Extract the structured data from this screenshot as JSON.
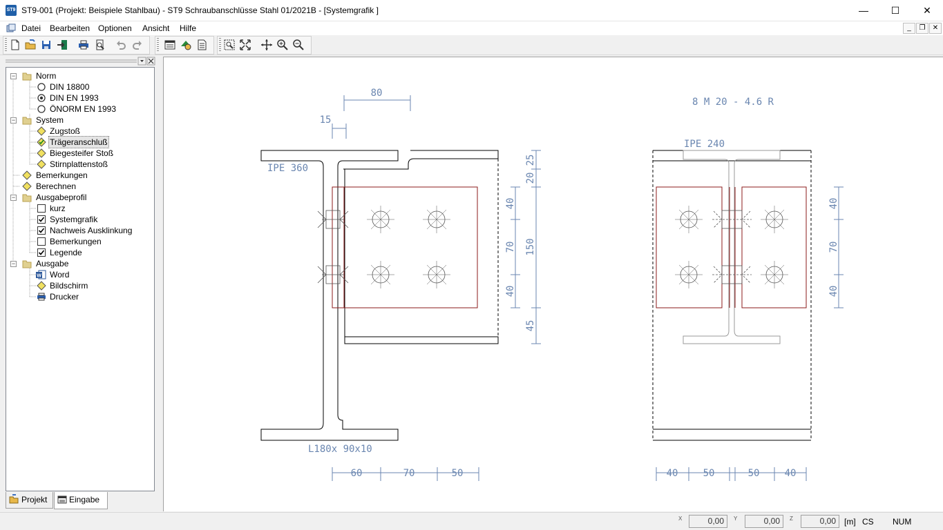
{
  "window": {
    "title": "ST9-001 (Projekt: Beispiele Stahlbau) - ST9 Schraubanschlüsse Stahl 01/2021B - [Systemgrafik ]",
    "app_icon": "ST9",
    "minimize_glyph": "—",
    "maximize_glyph": "☐",
    "close_glyph": "✕"
  },
  "menu": {
    "items": [
      "Datei",
      "Bearbeiten",
      "Optionen",
      "Ansicht",
      "Hilfe"
    ],
    "mdi_minimize": "_",
    "mdi_restore": "❐",
    "mdi_close": "✕"
  },
  "toolbar": {
    "icons": [
      "new-file-icon",
      "open-folder-icon",
      "save-icon",
      "exit-icon",
      "print-icon",
      "print-preview-icon",
      "undo-icon",
      "redo-icon",
      "input-dialog-icon",
      "calculate-icon",
      "report-icon",
      "zoom-window-icon",
      "zoom-all-icon",
      "pan-icon",
      "zoom-in-icon",
      "zoom-out-icon"
    ]
  },
  "tree": {
    "groups": [
      {
        "label": "Norm",
        "items": [
          {
            "label": "DIN 18800",
            "icon": "radio-off"
          },
          {
            "label": "DIN EN 1993",
            "icon": "radio-on"
          },
          {
            "label": "ÖNORM EN 1993",
            "icon": "radio-off"
          }
        ]
      },
      {
        "label": "System",
        "items": [
          {
            "label": "Zugstoß",
            "icon": "diamond"
          },
          {
            "label": "Trägeranschluß",
            "icon": "diamond-checked"
          },
          {
            "label": "Biegesteifer Stoß",
            "icon": "diamond"
          },
          {
            "label": "Stirnplattenstoß",
            "icon": "diamond"
          }
        ]
      },
      {
        "label": "Bemerkungen",
        "icon": "diamond"
      },
      {
        "label": "Berechnen",
        "icon": "diamond"
      },
      {
        "label": "Ausgabeprofil",
        "items": [
          {
            "label": "kurz",
            "icon": "checkbox-off"
          },
          {
            "label": "Systemgrafik",
            "icon": "checkbox-on"
          },
          {
            "label": "Nachweis Ausklinkung",
            "icon": "checkbox-on"
          },
          {
            "label": "Bemerkungen",
            "icon": "checkbox-off"
          },
          {
            "label": "Legende",
            "icon": "checkbox-on"
          }
        ]
      },
      {
        "label": "Ausgabe",
        "items": [
          {
            "label": "Word",
            "icon": "word"
          },
          {
            "label": "Bildschirm",
            "icon": "diamond"
          },
          {
            "label": "Drucker",
            "icon": "printer"
          }
        ]
      }
    ],
    "expander_open": "−"
  },
  "tabs": [
    {
      "label": "Projekt",
      "active": false
    },
    {
      "label": "Eingabe",
      "active": true
    }
  ],
  "drawing": {
    "labels": {
      "dim_80": "80",
      "dim_15": "15",
      "ipe360": "IPE 360",
      "angle": "L180x 90x10",
      "bolts": "8 M 20 - 4.6 R",
      "ipe240": "IPE 240",
      "right_dims": [
        "25",
        "20",
        "40",
        "70",
        "150",
        "40",
        "45"
      ],
      "right2_dims": [
        "40",
        "70",
        "40"
      ],
      "bottom_left": [
        "60",
        "70",
        "50"
      ],
      "bottom_right": [
        "40",
        "50",
        "50",
        "40"
      ]
    },
    "colors": {
      "dim": "#6a86b0",
      "plate": "#8b1a1a",
      "line": "#000000",
      "ghost": "#9a9a9a"
    }
  },
  "status": {
    "x_value": "0,00",
    "y_value": "0,00",
    "z_value": "0,00",
    "unit": "[m]",
    "cs": "CS",
    "num": "NUM",
    "axis_x": "X",
    "axis_y": "Y",
    "axis_z": "Z"
  }
}
